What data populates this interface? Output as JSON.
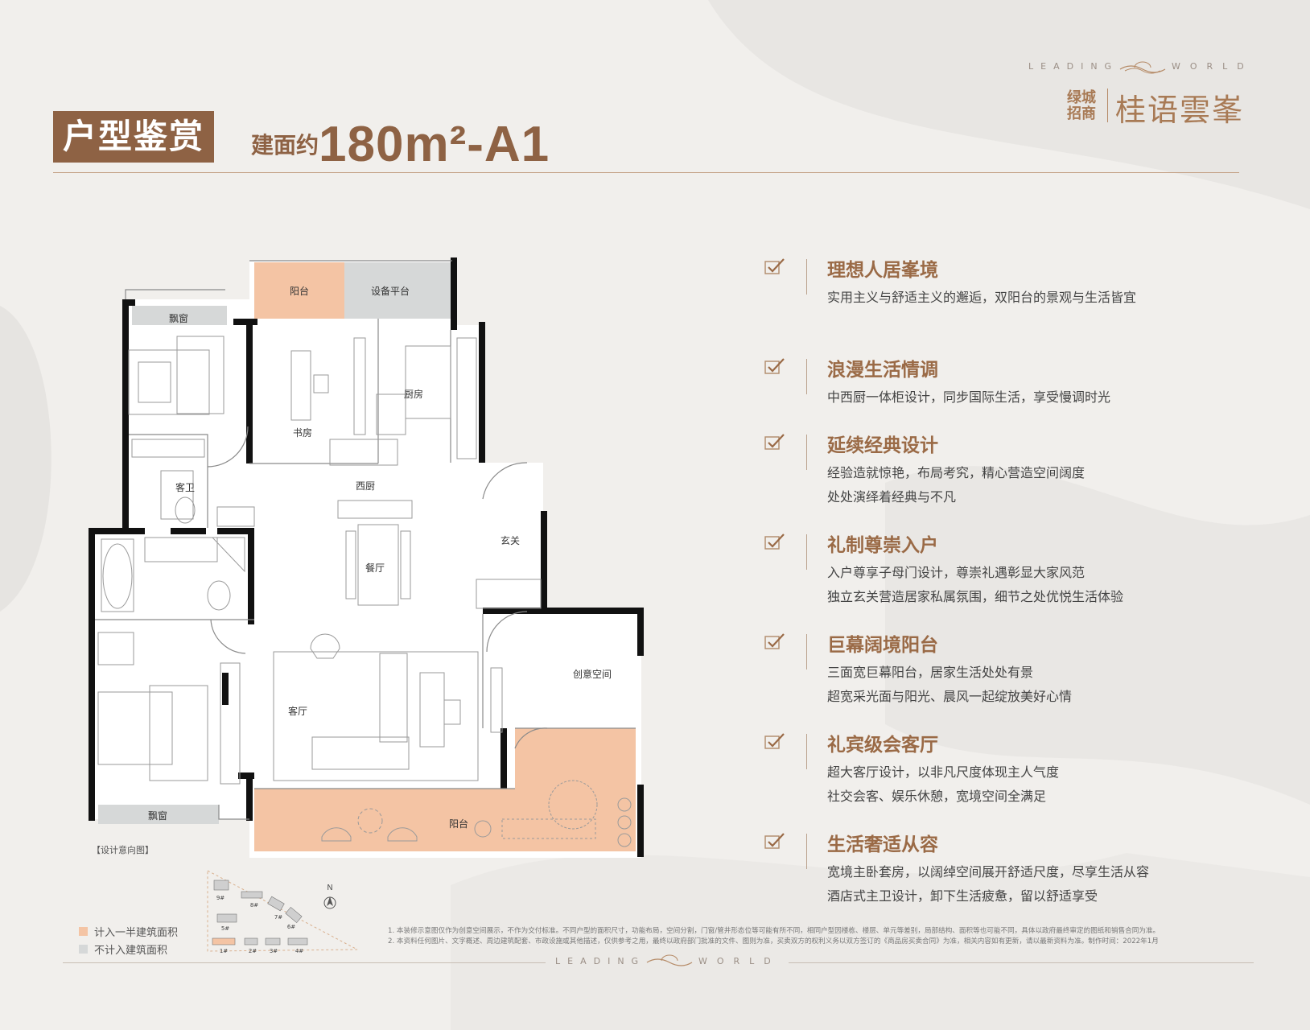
{
  "brand": {
    "tagline_left": "LEADING",
    "tagline_right": "WORLD",
    "developer": "绿城招商",
    "project": "桂语雲峯"
  },
  "header": {
    "title": "户型鉴赏",
    "area_prefix": "建面约",
    "area_value": "180m²-A1"
  },
  "plan": {
    "rooms": {
      "balcony_top": "阳台",
      "equipment": "设备平台",
      "bay_window_top": "飘窗",
      "study": "书房",
      "kitchen": "厨房",
      "western_kitchen": "西厨",
      "guest_bath": "客卫",
      "dining": "餐厅",
      "foyer": "玄关",
      "creative": "创意空间",
      "living": "客厅",
      "balcony_main": "阳台",
      "bay_window_bottom": "飘窗"
    },
    "note": "【设计意向图】",
    "compass": "N",
    "site_labels": [
      "9#",
      "8#",
      "7#",
      "6#",
      "5#",
      "1#",
      "2#",
      "3#",
      "4#"
    ],
    "colors": {
      "half_area": "#f4c4a4",
      "excluded": "#d6d8d8",
      "wall": "#111111"
    }
  },
  "legend": [
    {
      "label": "计入一半建筑面积",
      "color": "#f4c4a4"
    },
    {
      "label": "不计入建筑面积",
      "color": "#d6d8d8"
    }
  ],
  "features": [
    {
      "title": "理想人居峯境",
      "lines": [
        "实用主义与舒适主义的邂逅，双阳台的景观与生活皆宜"
      ]
    },
    {
      "title": "浪漫生活情调",
      "lines": [
        "中西厨一体柜设计，同步国际生活，享受慢调时光"
      ]
    },
    {
      "title": "延续经典设计",
      "lines": [
        "经验造就惊艳，布局考究，精心营造空间阔度",
        "处处演绎着经典与不凡"
      ]
    },
    {
      "title": "礼制尊崇入户",
      "lines": [
        "入户尊享子母门设计，尊崇礼遇彰显大家风范",
        "独立玄关营造居家私属氛围，细节之处优悦生活体验"
      ]
    },
    {
      "title": "巨幕阔境阳台",
      "lines": [
        "三面宽巨幕阳台，居家生活处处有景",
        "超宽采光面与阳光、晨风一起绽放美好心情"
      ]
    },
    {
      "title": "礼宾级会客厅",
      "lines": [
        "超大客厅设计，以非凡尺度体现主人气度",
        "社交会客、娱乐休憩，宽境空间全满足"
      ]
    },
    {
      "title": "生活奢适从容",
      "lines": [
        "宽境主卧套房，以阔绰空间展开舒适尺度，尽享生活从容",
        "酒店式主卫设计，卸下生活疲惫，留以舒适享受"
      ]
    }
  ],
  "disclaimer": [
    "1. 本装修示意图仅作为创意空间展示，不作为交付标准。不同户型的面积尺寸，功能布局，空间分割，门窗/管井形态位等可能有所不同，相同户型因楼栋、楼层、单元等差别，局部结构、面积等也可能不同，具体以政府最终审定的图纸和销售合同为准。",
    "2. 本资料任何图片、文字概述、周边建筑配套、市政设施或其他描述，仅供参考之用，最终以政府部门批准的文件、图则为准，买卖双方的权利义务以双方签订的《商品房买卖合同》为准，相关内容如有更新，请以最新资料为准。制作时间：2022年1月"
  ]
}
